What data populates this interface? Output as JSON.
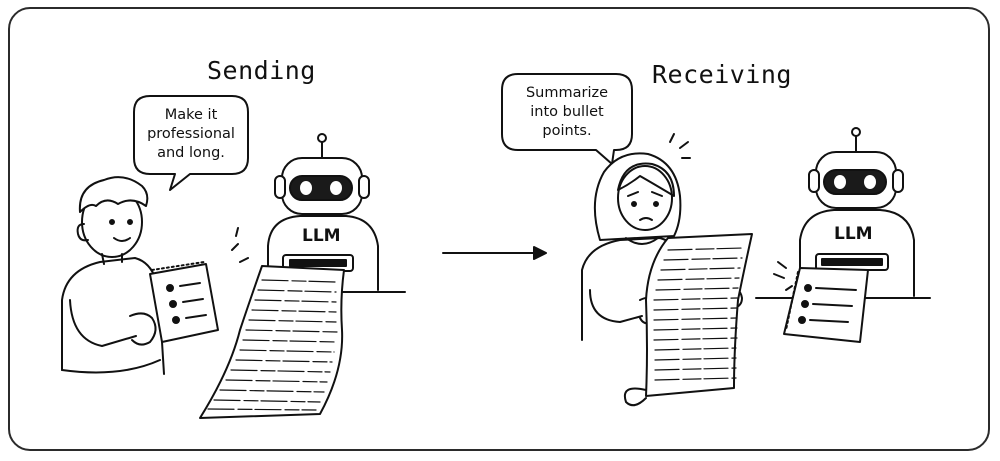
{
  "panels": {
    "sending": {
      "title": "Sending",
      "bubble_lines": [
        "Make it",
        "professional",
        "and long."
      ],
      "robot_label": "LLM"
    },
    "receiving": {
      "title": "Receiving",
      "bubble_lines": [
        "Summarize",
        "into bullet",
        "points."
      ],
      "robot_label": "LLM"
    }
  },
  "colors": {
    "ink": "#111111",
    "robot_eye": "#1a1a1a",
    "paper": "#ffffff"
  },
  "icons": [
    "man-figure",
    "woman-figure",
    "robot-llm",
    "notepad-icon",
    "long-scroll",
    "flow-arrow"
  ]
}
